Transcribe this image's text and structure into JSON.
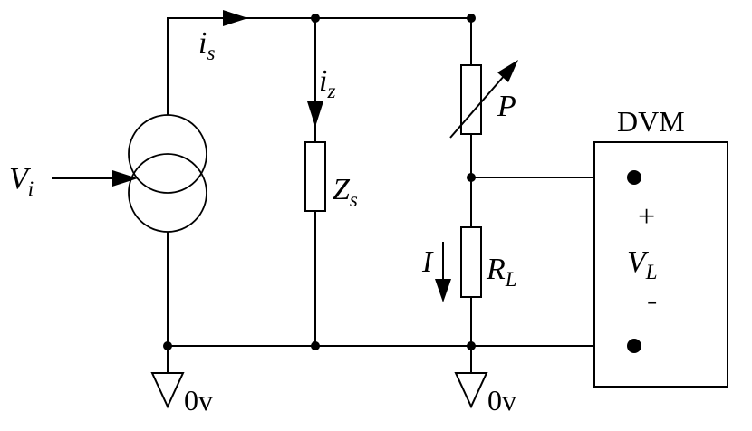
{
  "colors": {
    "ink": "#000000",
    "background": "#ffffff"
  },
  "labels": {
    "input_voltage": {
      "main": "V",
      "sub": "i"
    },
    "source_current": {
      "main": "i",
      "sub": "s"
    },
    "impedance_current": {
      "main": "i",
      "sub": "z"
    },
    "impedance": {
      "main": "Z",
      "sub": "s"
    },
    "potentiometer": "P",
    "load_current": "I",
    "load_resistor": {
      "main": "R",
      "sub": "L"
    },
    "meter_title": "DVM",
    "meter_plus": "+",
    "meter_voltage": {
      "main": "V",
      "sub": "L"
    },
    "meter_minus": "-",
    "ground_left": "0v",
    "ground_right": "0v"
  }
}
